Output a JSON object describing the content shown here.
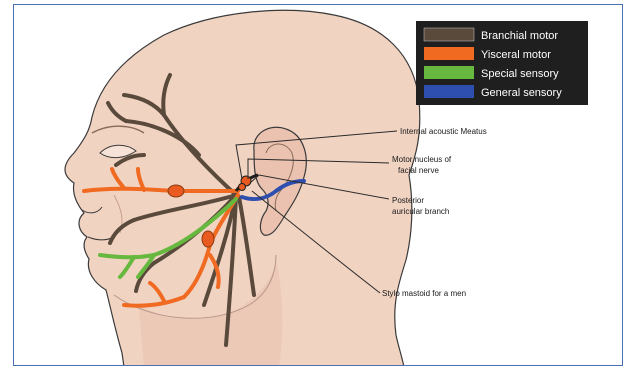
{
  "legend": {
    "items": [
      {
        "label": "Branchial motor",
        "color": "#5a4a3c"
      },
      {
        "label": "Yisceral motor",
        "color": "#f06a22"
      },
      {
        "label": "Special sensory",
        "color": "#66b83e"
      },
      {
        "label": "General sensory",
        "color": "#2f4fb0"
      }
    ]
  },
  "labels": {
    "meatus": "Internal acoustic Meatus",
    "motor_nucleus_1": "Motor nucleus of",
    "motor_nucleus_2": "facial nerve",
    "posterior_1": "Posterior",
    "posterior_2": "auricular branch",
    "stylo": "Stylo mastoid for a men"
  },
  "colors": {
    "skin": "#f1d3c2",
    "skin_shadow": "#e4b9a4",
    "outline": "#3a3a3a",
    "frame": "#4a6fb5",
    "legend_bg": "#1f1f1f"
  }
}
